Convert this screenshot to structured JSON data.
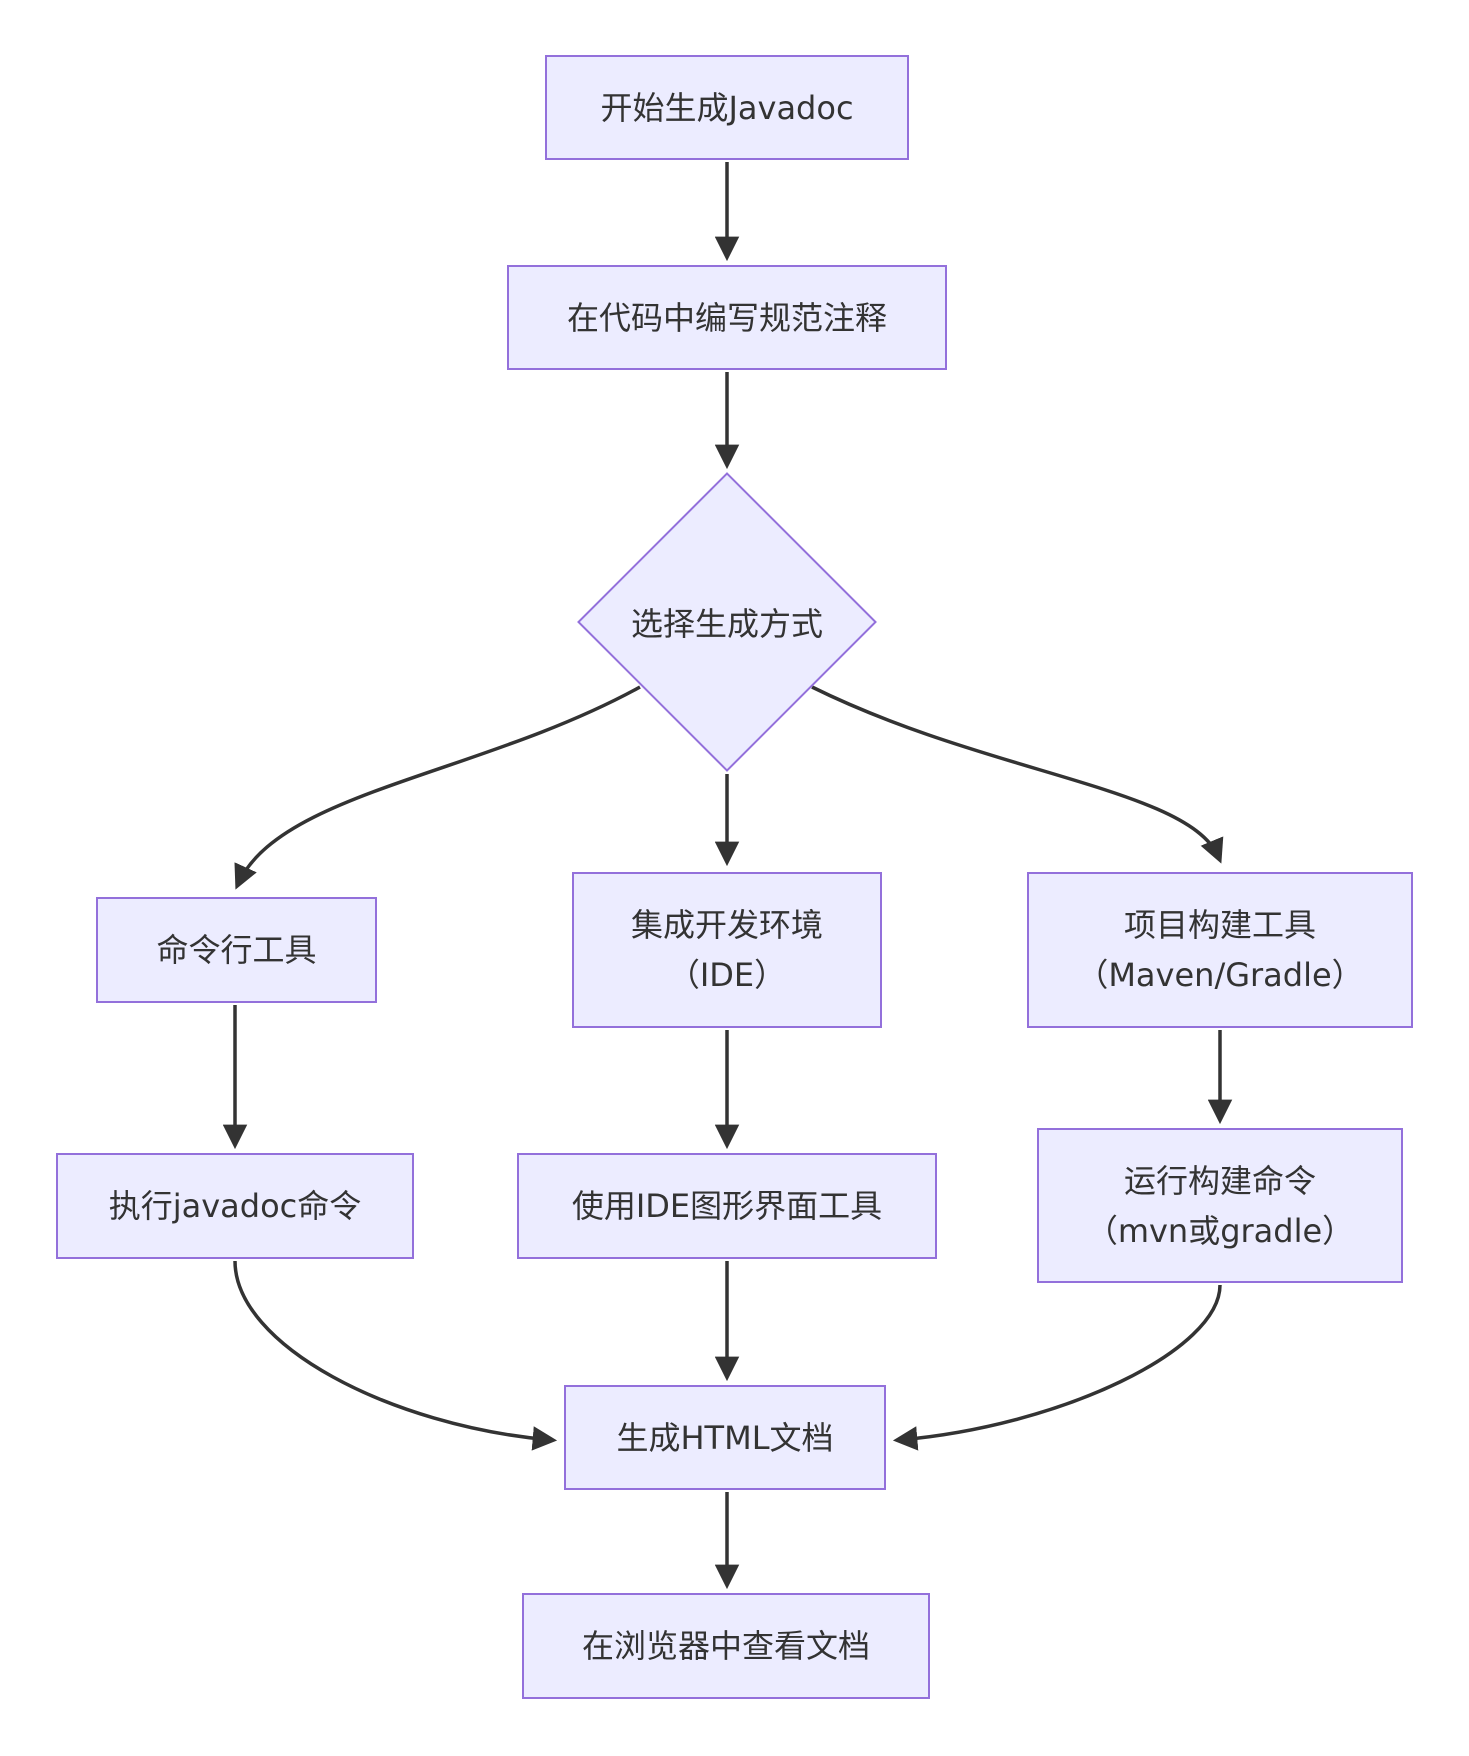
{
  "diagram": {
    "type": "flowchart",
    "direction": "top-down",
    "colors": {
      "node_fill": "#ECECFF",
      "node_border": "#9370DB",
      "edge": "#333333",
      "text": "#333333",
      "background": "#FFFFFF"
    },
    "nodes": {
      "start": {
        "shape": "rectangle",
        "label": "开始生成Javadoc"
      },
      "write_comments": {
        "shape": "rectangle",
        "label": "在代码中编写规范注释"
      },
      "choose_method": {
        "shape": "diamond",
        "label": "选择生成方式"
      },
      "cli_tool": {
        "shape": "rectangle",
        "label": "命令行工具"
      },
      "ide": {
        "shape": "rectangle",
        "lines": [
          "集成开发环境",
          "（IDE）"
        ]
      },
      "build_tool": {
        "shape": "rectangle",
        "lines": [
          "项目构建工具",
          "（Maven/Gradle）"
        ]
      },
      "run_javadoc": {
        "shape": "rectangle",
        "label": "执行javadoc命令"
      },
      "use_ide_gui": {
        "shape": "rectangle",
        "label": "使用IDE图形界面工具"
      },
      "run_build_cmd": {
        "shape": "rectangle",
        "lines": [
          "运行构建命令",
          "（mvn或gradle）"
        ]
      },
      "generate_html": {
        "shape": "rectangle",
        "label": "生成HTML文档"
      },
      "view_in_browser": {
        "shape": "rectangle",
        "label": "在浏览器中查看文档"
      }
    },
    "edges": [
      {
        "from": "start",
        "to": "write_comments"
      },
      {
        "from": "write_comments",
        "to": "choose_method"
      },
      {
        "from": "choose_method",
        "to": "cli_tool"
      },
      {
        "from": "choose_method",
        "to": "ide"
      },
      {
        "from": "choose_method",
        "to": "build_tool"
      },
      {
        "from": "cli_tool",
        "to": "run_javadoc"
      },
      {
        "from": "ide",
        "to": "use_ide_gui"
      },
      {
        "from": "build_tool",
        "to": "run_build_cmd"
      },
      {
        "from": "run_javadoc",
        "to": "generate_html"
      },
      {
        "from": "use_ide_gui",
        "to": "generate_html"
      },
      {
        "from": "run_build_cmd",
        "to": "generate_html"
      },
      {
        "from": "generate_html",
        "to": "view_in_browser"
      }
    ]
  }
}
